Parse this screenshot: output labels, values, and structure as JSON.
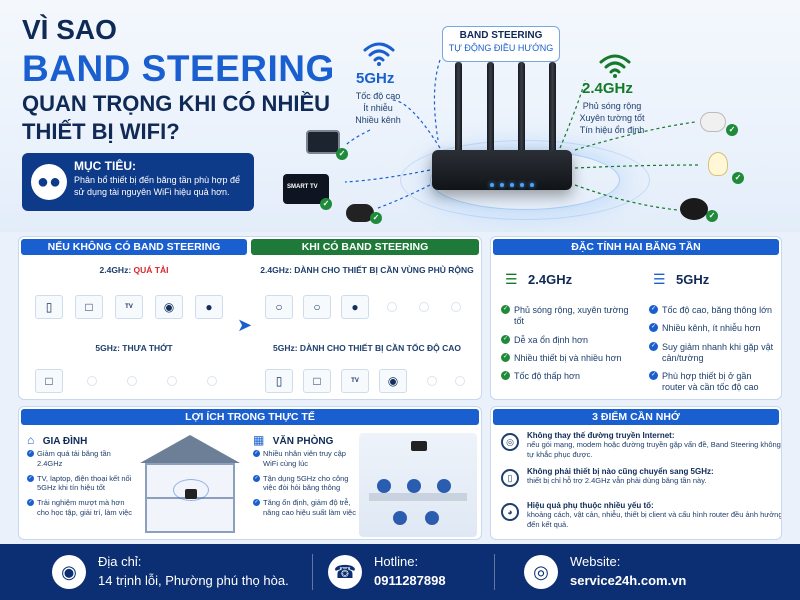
{
  "hero": {
    "title_1": "VÌ SAO",
    "title_2": "BAND STEERING",
    "title_3": "QUAN TRỌNG KHI CÓ NHIỀU",
    "title_4": "THIẾT BỊ WIFI?",
    "goal_title": "MỤC TIÊU:",
    "goal_text": "Phân bổ thiết bị đến băng tần phù hợp để sử dụng tài nguyên WiFi hiệu quả hơn.",
    "badge_1": "BAND STEERING",
    "badge_2": "TỰ ĐỘNG ĐIỀU HƯỚNG",
    "band5_label": "5GHz",
    "band5_l1": "Tốc độ cao",
    "band5_l2": "Ít nhiễu",
    "band5_l3": "Nhiều kênh",
    "band24_label": "2.4GHz",
    "band24_l1": "Phủ sóng rộng",
    "band24_l2": "Xuyên tường tốt",
    "band24_l3": "Tín hiệu ổn định",
    "tv_label": "SMART TV"
  },
  "without": {
    "title": "NẾU KHÔNG CÓ BAND STEERING",
    "band24": "2.4GHz:",
    "band24_state": "QUÁ TẢI",
    "band5": "5GHz: THƯA THỚT",
    "tv_label": "TV"
  },
  "with": {
    "title": "KHI CÓ BAND STEERING",
    "band24": "2.4GHz: DÀNH CHO THIẾT BỊ CẦN VÙNG PHỦ RỘNG",
    "band5": "5GHz: DÀNH CHO THIẾT BỊ CẦN TỐC ĐỘ CAO",
    "tv_label": "TV"
  },
  "features": {
    "title": "ĐẶC TÍNH HAI BĂNG TẦN",
    "b24_title": "2.4GHz",
    "b24_items": [
      "Phủ sóng rộng, xuyên tường tốt",
      "Dễ xa ổn định hơn",
      "Nhiều thiết bị và nhiều hơn",
      "Tốc độ thấp hơn"
    ],
    "b5_title": "5GHz",
    "b5_items": [
      "Tốc độ cao, băng thông lớn",
      "Nhiều kênh, ít nhiễu hơn",
      "Suy giảm nhanh khi gặp vật cản/tường",
      "Phù hợp thiết bị ở gần router và cần tốc độ cao"
    ]
  },
  "benefits": {
    "title": "LỢI ÍCH TRONG THỰC TẾ",
    "home_title": "GIA ĐÌNH",
    "home_items": [
      "Giảm quá tải băng tần 2.4GHz",
      "TV, laptop, điện thoại kết nối 5GHz khi tín hiệu tốt",
      "Trải nghiệm mượt mà hơn cho học tập, giải trí, làm việc"
    ],
    "office_title": "VĂN PHÒNG",
    "office_items": [
      "Nhiều nhân viên truy cập WiFi cùng lúc",
      "Tận dụng 5GHz cho công việc đòi hỏi băng thông",
      "Tăng ổn định, giảm độ trễ, nâng cao hiệu suất làm việc"
    ]
  },
  "notes": {
    "title": "3 ĐIỂM CẦN NHỚ",
    "n1_title": "Không thay thế đường truyền Internet:",
    "n1_text": "nếu gói mạng, modem hoặc đường truyền gặp vấn đề, Band Steering không tự khắc phục được.",
    "n2_title": "Không phải thiết bị nào cũng chuyển sang 5GHz:",
    "n2_text": "thiết bị chỉ hỗ trợ 2.4GHz vẫn phải dùng băng tần này.",
    "n3_title": "Hiệu quả phụ thuộc nhiều yếu tố:",
    "n3_text": "khoảng cách, vật cản, nhiễu, thiết bị client và cấu hình router đều ảnh hưởng đến kết quả."
  },
  "footer": {
    "addr_label": "Địa chỉ:",
    "addr_value": "14 trịnh lỗi, Phường phú thọ hòa.",
    "hotline_label": "Hotline:",
    "hotline_value": "0911287898",
    "web_label": "Website:",
    "web_value": "service24h.com.vn"
  },
  "colors": {
    "navy": "#0c2f73",
    "blue": "#1a5fd0",
    "green": "#1f8a3a",
    "red": "#d8262c"
  },
  "icons": [
    "users-icon",
    "wifi-icon",
    "router-icon",
    "laptop-icon",
    "tv-icon",
    "gamepad-icon",
    "camera-icon",
    "bulb-icon",
    "speaker-icon",
    "phone-icon",
    "home-icon",
    "office-icon",
    "globe-icon",
    "gauge-icon",
    "location-icon",
    "phone-call-icon"
  ]
}
